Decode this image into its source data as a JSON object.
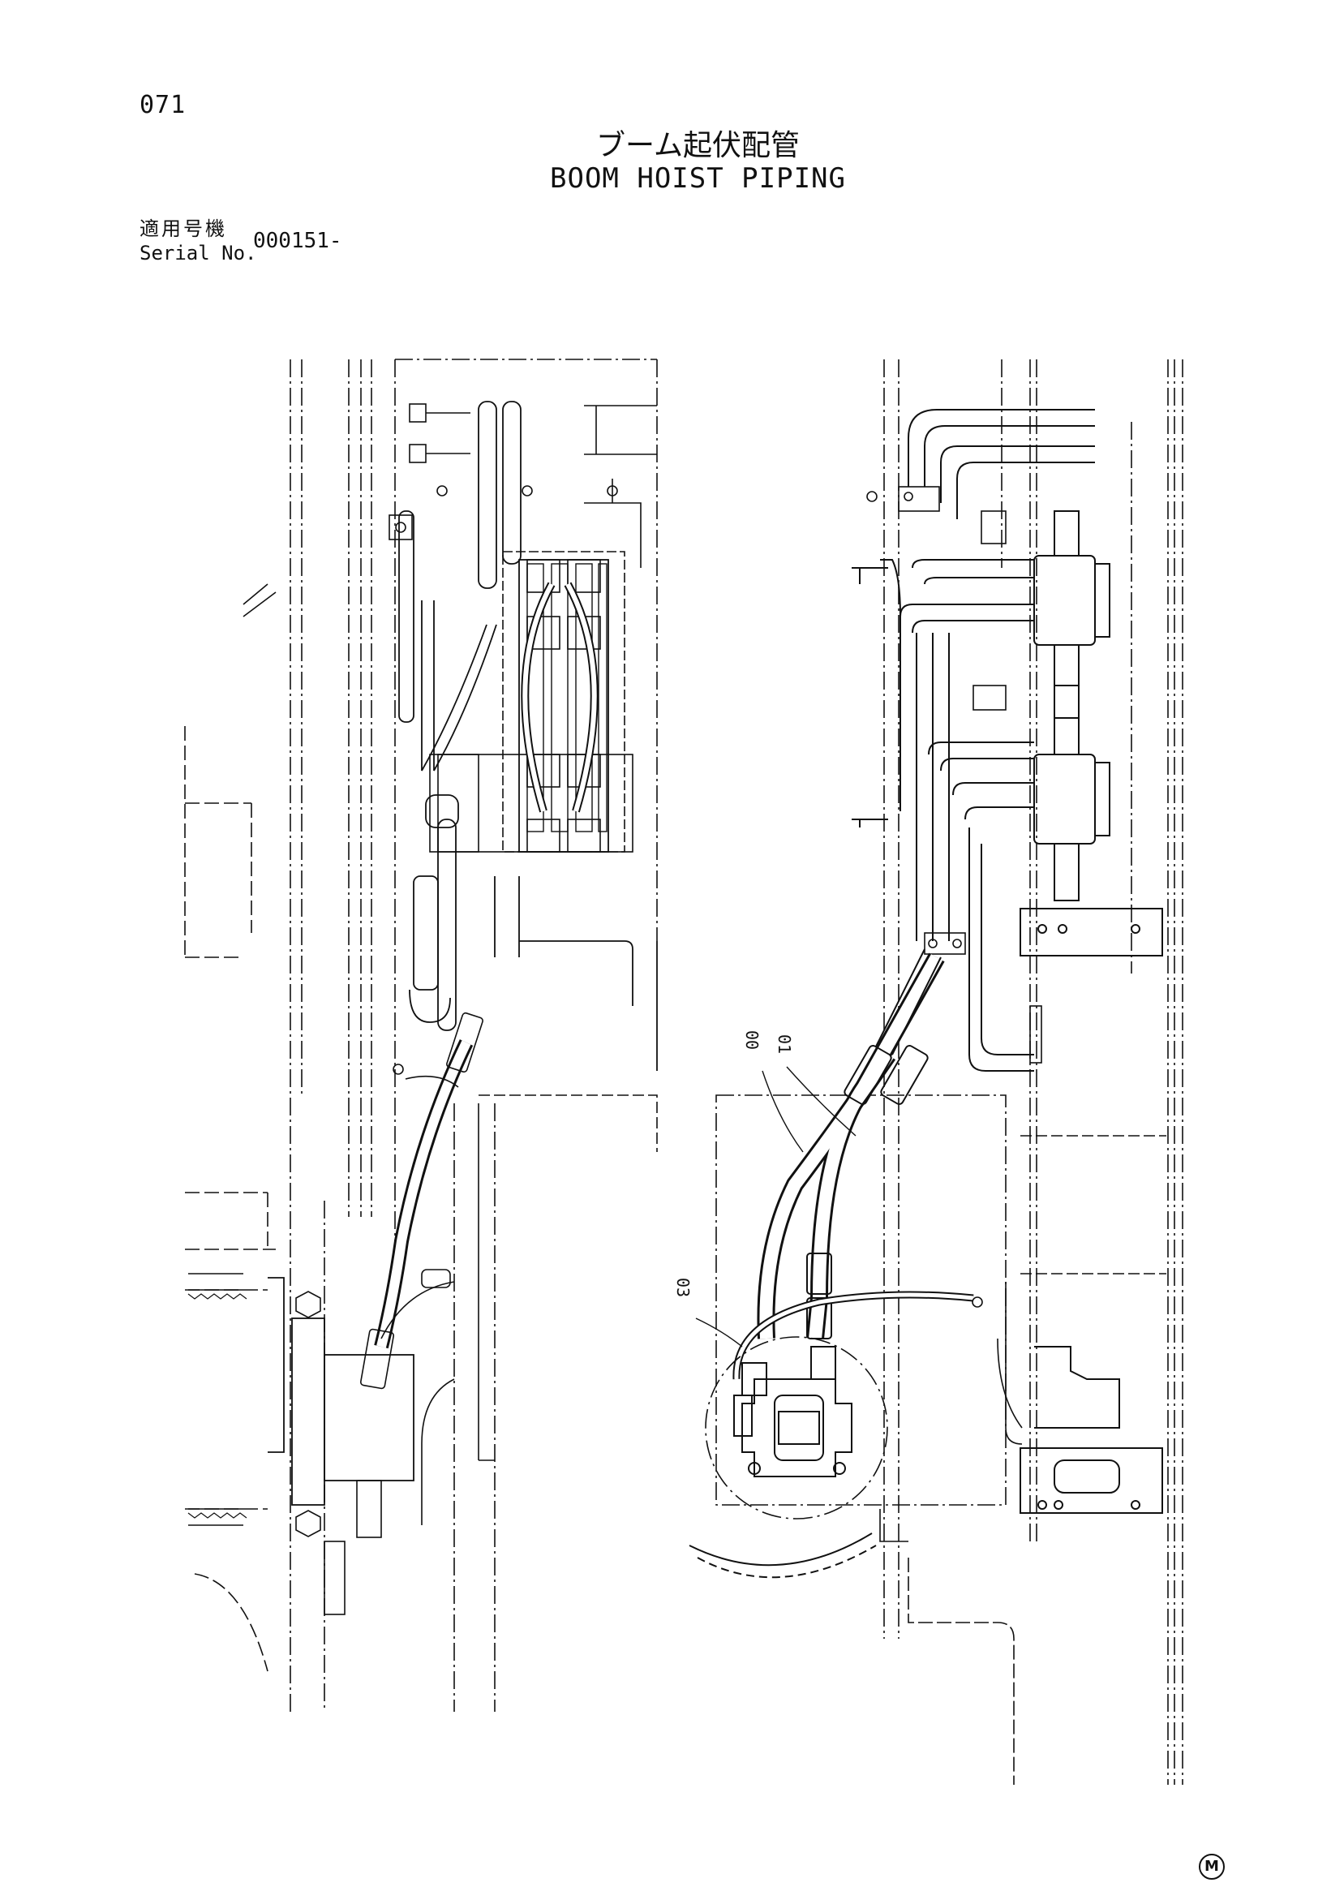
{
  "header": {
    "page_number": "071",
    "title_jp": "ブーム起伏配管",
    "title_en": "BOOM HOIST PIPING",
    "serial_label_jp": "適用号機",
    "serial_label_en": "Serial No.",
    "serial_value": "000151-"
  },
  "callouts": [
    "00",
    "01",
    "03"
  ],
  "footer": {
    "mark": "M"
  }
}
